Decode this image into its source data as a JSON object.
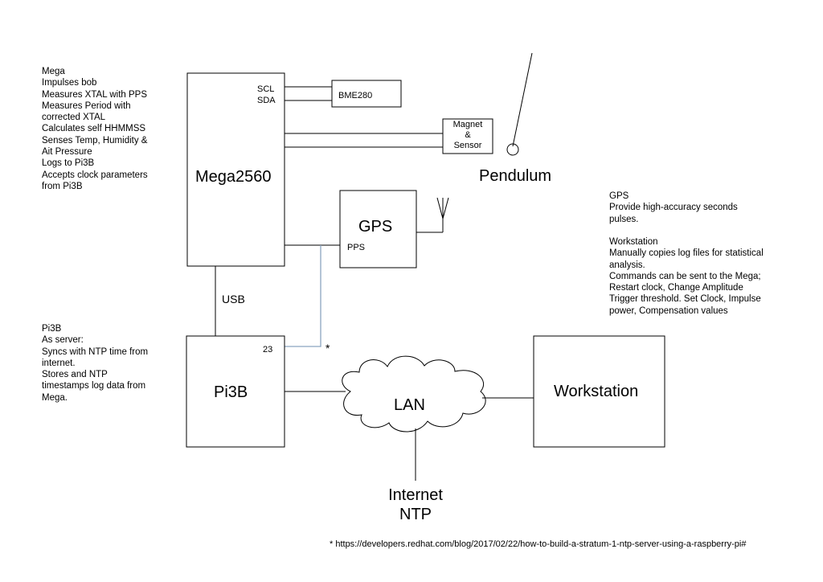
{
  "notes": {
    "mega": [
      "Mega",
      "Impulses bob",
      "Measures XTAL with PPS",
      "Measures Period with",
      "corrected XTAL",
      "Calculates self HHMMSS",
      "Senses Temp, Humidity &",
      "Ait Pressure",
      "Logs to Pi3B",
      "Accepts clock parameters",
      "from Pi3B"
    ],
    "pi3b": [
      "Pi3B",
      "As server:",
      "Syncs with NTP time from",
      "internet.",
      "Stores and NTP",
      "timestamps log data from",
      "Mega."
    ],
    "gps": [
      "GPS",
      "Provide high-accuracy seconds",
      "pulses."
    ],
    "workstation": [
      "Workstation",
      "Manually copies log files for statistical",
      "analysis.",
      "Commands can be sent to the Mega;",
      "Restart clock, Change Amplitude",
      "Trigger threshold. Set Clock, Impulse",
      "power, Compensation values"
    ]
  },
  "blocks": {
    "mega2560": "Mega2560",
    "scl": "SCL",
    "sda": "SDA",
    "bme280": "BME280",
    "magnet_line1": "Magnet",
    "magnet_line2": "&",
    "magnet_line3": "Sensor",
    "pendulum": "Pendulum",
    "gps": "GPS",
    "pps": "PPS",
    "usb": "USB",
    "pi3b": "Pi3B",
    "pin23": "23",
    "asterisk": "*",
    "lan": "LAN",
    "workstation": "Workstation",
    "internet_line1": "Internet",
    "internet_line2": "NTP"
  },
  "footnote": "* https://developers.redhat.com/blog/2017/02/22/how-to-build-a-stratum-1-ntp-server-using-a-raspberry-pi#",
  "colors": {
    "pps_wire": "#8aa4c0"
  }
}
